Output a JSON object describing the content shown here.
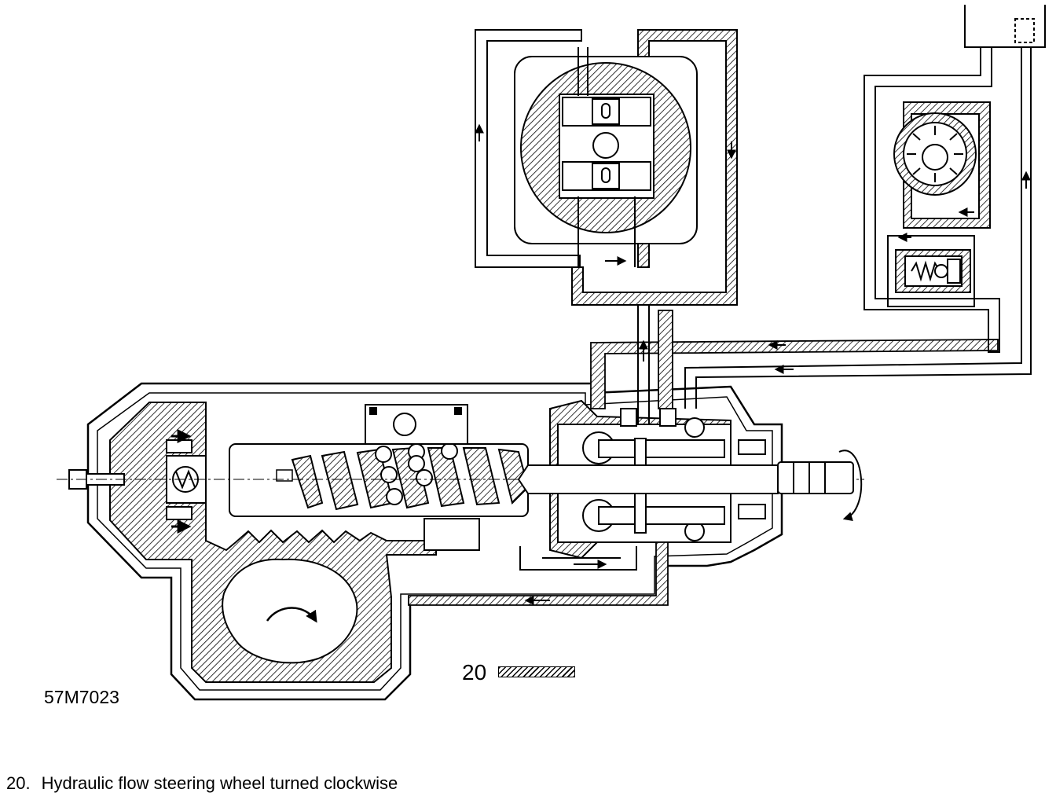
{
  "diagram": {
    "reference_code": "57M7023",
    "legend": {
      "number": "20",
      "meaning": "hatched-pressurised-fluid"
    },
    "caption": {
      "number": "20.",
      "text": "Hydraulic flow steering wheel turned clockwise"
    },
    "components": [
      "steering-box-housing",
      "worm-shaft",
      "recirculating-balls",
      "rack-piston",
      "sector-gear",
      "rotary-valve",
      "input-shaft",
      "reservoir",
      "pump",
      "relief-valve",
      "control-valve-block",
      "bleed-screw"
    ],
    "colors": {
      "ink": "#000000",
      "background": "#ffffff"
    }
  }
}
